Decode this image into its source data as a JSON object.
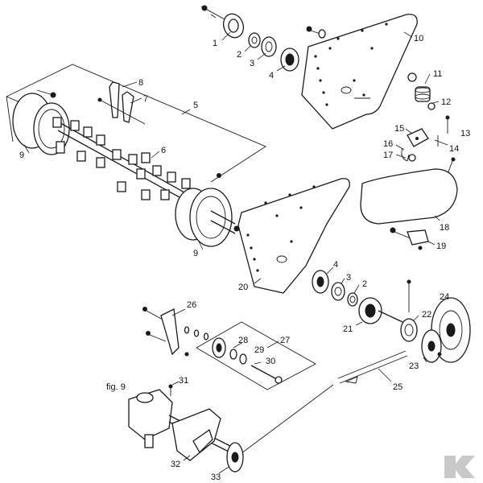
{
  "labels": {
    "p1": "1",
    "p2a": "2",
    "p3a": "3",
    "p4a": "4",
    "p10": "10",
    "p11": "11",
    "p12": "12",
    "p13": "13",
    "p14": "14",
    "p15": "15",
    "p16": "16",
    "p17": "17",
    "p5": "5",
    "p6": "6",
    "p7": "7",
    "p8": "8",
    "p9a": "9",
    "p9b": "9",
    "p18": "18",
    "p19": "19",
    "p20": "20",
    "p4b": "4",
    "p3b": "3",
    "p2b": "2",
    "p21": "21",
    "p22": "22",
    "p23": "23",
    "p24": "24",
    "p25": "25",
    "p26": "26",
    "p27": "27",
    "p28": "28",
    "p29": "29",
    "p30": "30",
    "p31": "31",
    "p32": "32",
    "p33": "33",
    "fig": "fig. 9"
  },
  "colors": {
    "ink": "#1a1a1a",
    "logo": "#c9c9c9"
  },
  "logo": "k-logo"
}
